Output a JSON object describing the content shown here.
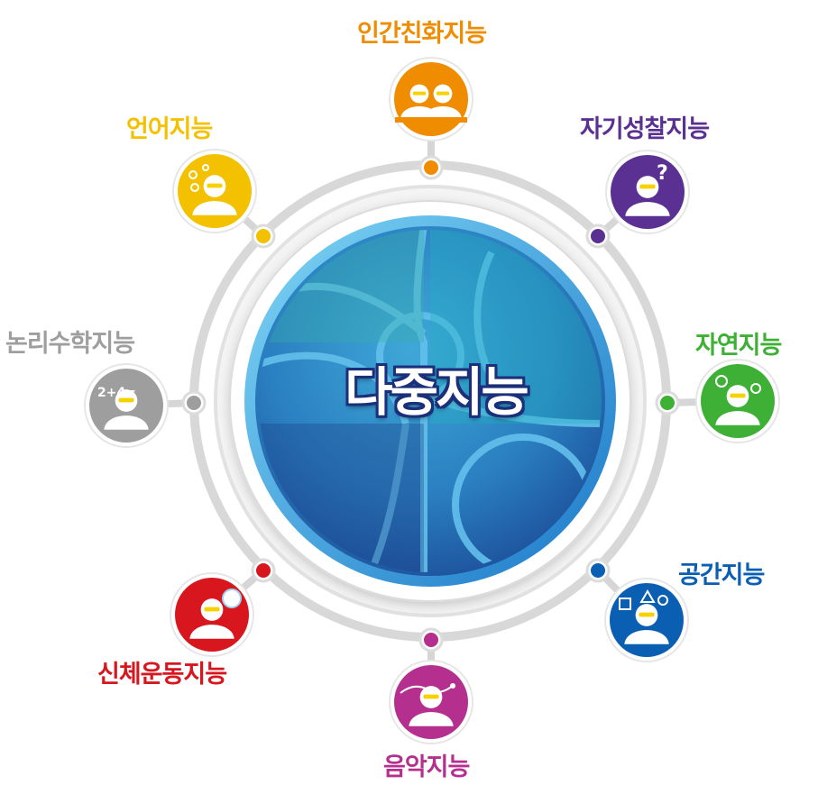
{
  "center": {
    "title": "다중지능"
  },
  "colors": {
    "interpersonal": "#f08c00",
    "intrapersonal": "#5a3192",
    "naturalist": "#3db035",
    "spatial": "#0b5fb2",
    "musical": "#b5308e",
    "bodily": "#d7161e",
    "logical": "#9e9e9e",
    "linguistic": "#f3c100"
  },
  "intelligences": [
    {
      "label": "인간친화지능",
      "icon": "two-people-icon"
    },
    {
      "label": "자기성찰지능",
      "icon": "question-person-icon"
    },
    {
      "label": "자연지능",
      "icon": "flower-person-icon"
    },
    {
      "label": "공간지능",
      "icon": "shapes-person-icon"
    },
    {
      "label": "음악지능",
      "icon": "music-person-icon"
    },
    {
      "label": "신체운동지능",
      "icon": "soccer-ball-person-icon"
    },
    {
      "label": "논리수학지능",
      "icon": "math-person-icon"
    },
    {
      "label": "언어지능",
      "icon": "letters-person-icon"
    }
  ]
}
